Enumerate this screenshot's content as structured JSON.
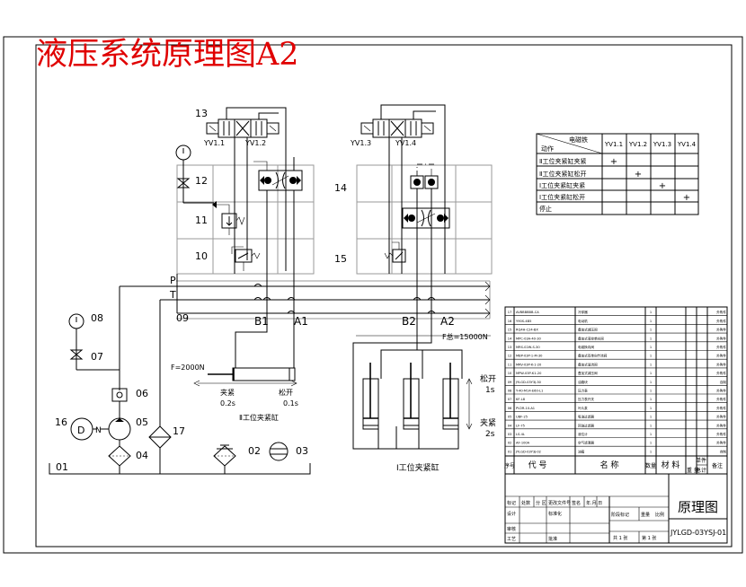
{
  "title": "液压系统原理图A2",
  "labels": {
    "n13": "13",
    "n12": "12",
    "n11": "11",
    "n10": "10",
    "n14": "14",
    "n15": "15",
    "yv11": "YV1.1",
    "yv12": "YV1.2",
    "yv13": "YV1.3",
    "yv14": "YV1.4",
    "P": "P",
    "T": "T",
    "n09": "09",
    "B1": "B1",
    "A1": "A1",
    "B2": "B2",
    "A2": "A2",
    "n08": "08",
    "n07": "07",
    "n06": "06",
    "n05": "05",
    "n16": "16",
    "n04": "04",
    "n17": "17",
    "n02": "02",
    "n03": "03",
    "n01": "01",
    "motor": "D",
    "motor_link": "N",
    "force2": "F=2000N",
    "clamp2": "夹紧",
    "clamp2_t": "0.2s",
    "release2": "松开",
    "release2_t": "0.1s",
    "cyl2": "Ⅱ工位夹紧缸",
    "force1": "F总=15000N",
    "release1": "松开",
    "release1_t": "1s",
    "clamp1": "夹紧",
    "clamp1_t": "2s",
    "cyl1": "Ⅰ工位夹紧缸"
  },
  "action_table": {
    "header_top": "电磁铁",
    "header_bottom": "动作",
    "columns": [
      "YV1.1",
      "YV1.2",
      "YV1.3",
      "YV1.4"
    ],
    "rows": [
      {
        "action": "Ⅱ工位夹紧缸夹紧",
        "marks": [
          "+",
          "",
          "",
          ""
        ]
      },
      {
        "action": "Ⅱ工位夹紧缸松开",
        "marks": [
          "",
          "+",
          "",
          ""
        ]
      },
      {
        "action": "Ⅰ工位夹紧缸夹紧",
        "marks": [
          "",
          "",
          "+",
          ""
        ]
      },
      {
        "action": "Ⅰ工位夹紧缸松开",
        "marks": [
          "",
          "",
          "",
          "+"
        ]
      },
      {
        "action": "停止",
        "marks": [
          "",
          "",
          "",
          ""
        ]
      }
    ]
  },
  "parts_list": {
    "rows": [
      [
        "17",
        "AVBBBBBB-CA",
        "冷却器",
        "1",
        "外购件"
      ],
      [
        "16",
        "Y90S-4B5",
        "电动机",
        "1",
        "外购件"
      ],
      [
        "15",
        "RQ4H-C24-BX",
        "叠加式减压阀",
        "1",
        "外购件"
      ],
      [
        "14",
        "MPC-03A-40-30",
        "叠加式液控单向阀",
        "1",
        "外购件"
      ],
      [
        "13",
        "MRS-02W-S-30",
        "电磁换向阀",
        "1",
        "外购件"
      ],
      [
        "12",
        "MBP-03P-1-M-30",
        "叠加式双单向节流阀",
        "1",
        "外购件"
      ],
      [
        "11",
        "MRV-03P-K-1-20",
        "叠加式溢流阀",
        "1",
        "外购件"
      ],
      [
        "10",
        "MPW-03P-K1-20",
        "叠加式减压阀",
        "1",
        "外购件"
      ],
      [
        "09",
        "JYLGD-03Y3J-30",
        "油路块",
        "1",
        "自制"
      ],
      [
        "08",
        "Y-40-M14-E60-L1",
        "压力表",
        "1",
        "外购件"
      ],
      [
        "07",
        "KF-L8",
        "压力表开关",
        "1",
        "外购件"
      ],
      [
        "06",
        "PV2R-10-A1",
        "叶片泵",
        "1",
        "外购件"
      ],
      [
        "05",
        "UBF-25",
        "吸油过滤器",
        "1",
        "外购件"
      ],
      [
        "04",
        "LF-75",
        "回油过滤器",
        "1",
        "外购件"
      ],
      [
        "03",
        "LS-4L",
        "液位计",
        "1",
        "外购件"
      ],
      [
        "02",
        "AF-100A",
        "空气滤清器",
        "1",
        "外购件"
      ],
      [
        "01",
        "JYLGD-03Y3J-02",
        "油箱",
        "1",
        "自制"
      ]
    ],
    "header": [
      "序号",
      "代 号",
      "名 称",
      "数量",
      "材 料",
      "单件",
      "总计",
      "备注"
    ],
    "weight_label": "重 量"
  },
  "title_block": {
    "drawing_name": "原理图",
    "drawing_number": "JYLGD-03YSJ-01",
    "mark": "标记",
    "count": "处数",
    "zone": "分 区",
    "change_doc": "更改文件号",
    "signature": "签名",
    "date": "年.月.日",
    "designer": "设计",
    "standardize": "标准化",
    "stage_mark": "阶段标记",
    "weight": "重量",
    "scale": "比例",
    "review": "审核",
    "process": "工艺",
    "approve": "批准",
    "sheet_total": "共 1 张",
    "sheet_no": "第 1 张"
  },
  "colors": {
    "title": "#e00000",
    "lines": "#000000"
  }
}
